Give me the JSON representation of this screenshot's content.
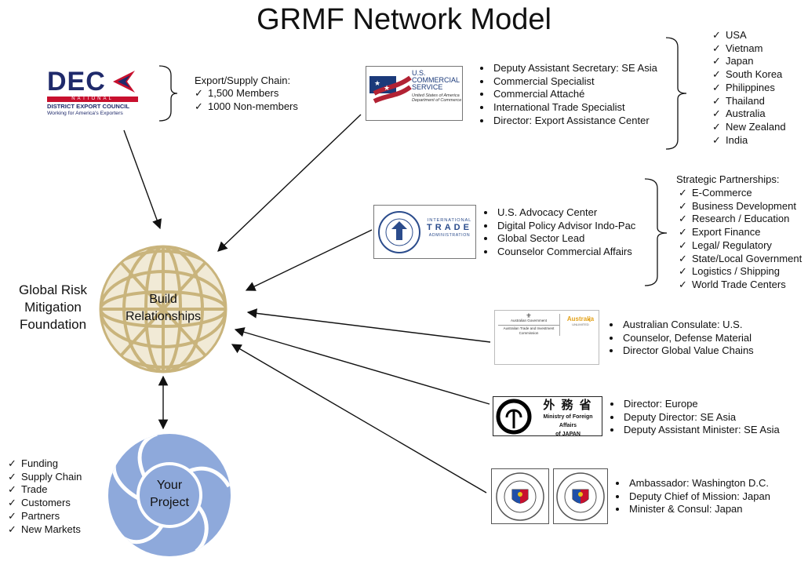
{
  "title": "GRMF Network Model",
  "foundation": {
    "label": [
      "Global Risk",
      "Mitigation",
      "Foundation"
    ]
  },
  "center": {
    "label": [
      "Build",
      "Relationships"
    ]
  },
  "project": {
    "label": [
      "Your",
      "Project"
    ],
    "benefits": [
      "Funding",
      "Supply Chain",
      "Trade",
      "Customers",
      "Partners",
      "New Markets"
    ]
  },
  "dec": {
    "logo": {
      "big": "DEC",
      "line1": "NATIONAL",
      "line2": "DISTRICT EXPORT COUNCIL",
      "line3": "Working for America's Exporters"
    },
    "heading": "Export/Supply Chain:",
    "items": [
      "1,500 Members",
      "1000 Non-members"
    ]
  },
  "uscs": {
    "logo": {
      "line1": "U.S.",
      "line2": "COMMERCIAL",
      "line3": "SERVICE",
      "line4": "United States of America",
      "line5": "Department of Commerce"
    },
    "roles": [
      "Deputy Assistant Secretary: SE Asia",
      "Commercial Specialist",
      "Commercial Attaché",
      "International Trade  Specialist",
      "Director: Export Assistance Center"
    ],
    "countries": [
      "USA",
      "Vietnam",
      "Japan",
      "South Korea",
      "Philippines",
      "Thailand",
      "Australia",
      "New Zealand",
      "India"
    ]
  },
  "ita": {
    "logo": {
      "line1": "INTERNATIONAL",
      "line2": "TRADE",
      "line3": "ADMINISTRATION"
    },
    "roles": [
      "U.S. Advocacy Center",
      "Digital Policy Advisor Indo-Pac",
      "Global Sector Lead",
      "Counselor Commercial Affairs"
    ],
    "partnerships_heading": "Strategic Partnerships:",
    "partnerships": [
      "E-Commerce",
      "Business Development",
      "Research / Education",
      "Export Finance",
      "Legal/ Regulatory",
      "State/Local Government",
      "Logistics / Shipping",
      "World Trade  Centers"
    ]
  },
  "australia": {
    "logo": {
      "gov": "Australian Government",
      "sub": "Australian Trade and Investment Commission",
      "brand": "Australia",
      "brand_sub": "UNLIMITED"
    },
    "roles": [
      "Australian Consulate: U.S.",
      "Counselor, Defense Material",
      "Director Global Value Chains"
    ]
  },
  "japan": {
    "logo": {
      "kanji": "外 務 省",
      "en1": "Ministry of Foreign Affairs",
      "en2": "of JAPAN"
    },
    "roles": [
      "Director: Europe",
      "Deputy Director: SE Asia",
      "Deputy Assistant Minister: SE Asia"
    ]
  },
  "philippines": {
    "roles": [
      "Ambassador: Washington D.C.",
      "Deputy Chief of Mission: Japan",
      "Minister & Consul: Japan"
    ]
  },
  "colors": {
    "gold": "#C9B47C",
    "blue": "#8EA9DB",
    "dec_navy": "#1F2A6B",
    "dec_red": "#C8102E",
    "uscs_red": "#B22234",
    "uscs_navy": "#1B3A7A"
  }
}
